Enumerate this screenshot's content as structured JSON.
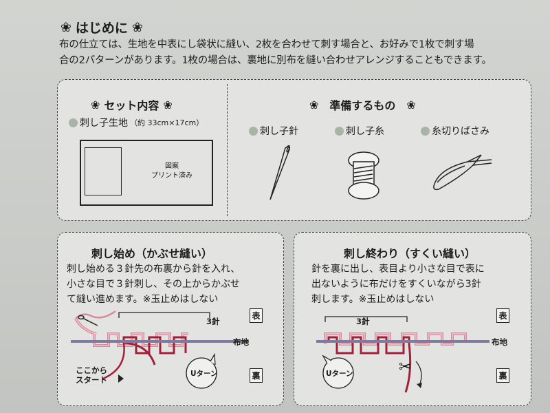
{
  "intro": {
    "title": "はじめに",
    "text_line1": "布の仕立ては、生地を中表にし袋状に縫い、2枚を合わせて刺す場合と、お好みで1枚で刺す場",
    "text_line2": "合の2パターンがあります。1枚の場合は、裏地に別布を縫い合わせアレンジすることもできます。"
  },
  "set_contents": {
    "heading": "セット内容",
    "item_label": "刺し子生地",
    "item_size": "（約 33cm×17cm）",
    "print_note_line1": "図案",
    "print_note_line2": "プリント済み"
  },
  "prepare": {
    "heading": "準備するもの",
    "items": [
      {
        "label": "刺し子針",
        "icon": "needle-icon"
      },
      {
        "label": "刺し子糸",
        "icon": "thread-skein-icon"
      },
      {
        "label": "糸切りばさみ",
        "icon": "thread-snips-icon"
      }
    ]
  },
  "start": {
    "heading": "刺し始め（かぶせ縫い）",
    "desc_line1": "刺し始める３針先の布裏から針を入れ、",
    "desc_line2": "小さな目で３針刺し、その上からかぶせ",
    "desc_line3": "て縫い進めます。※玉止めはしない",
    "front": "表",
    "back": "裏",
    "stitches": "3針",
    "fabric": "布地",
    "start_here_line1": "ここから",
    "start_here_line2": "スタート",
    "uturn": "Uターン"
  },
  "end": {
    "heading": "刺し終わり（すくい縫い）",
    "desc_line1": "針を裏に出し、表目より小さな目で表に",
    "desc_line2": "出ないように布だけをすくいながら3針",
    "desc_line3": "刺します。※玉止めはしない",
    "front": "表",
    "back": "裏",
    "stitches": "3針",
    "fabric": "布地",
    "uturn": "Uターン"
  },
  "colors": {
    "pink_thread": "#d9889a",
    "red_thread": "#a3203a",
    "fabric_line": "#7d7c9e"
  }
}
